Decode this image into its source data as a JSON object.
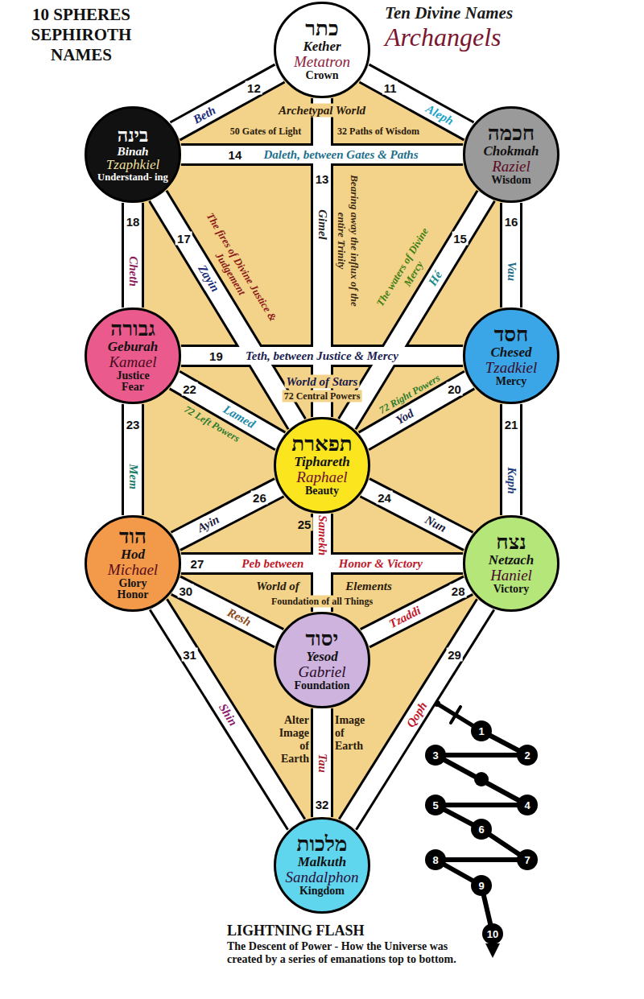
{
  "diagram": {
    "nodes": [
      {
        "text": [
          "כתר",
          "Kether",
          "Metatron",
          "Crown"
        ]
      },
      {
        "text": [
          "בינה",
          "Binah",
          "Tzaphkiel",
          "Understand- ing"
        ]
      },
      {
        "text": [
          "חכמה",
          "Chokmah",
          "Raziel",
          "Wisdom"
        ]
      },
      {
        "text": [
          "גבורה",
          "Geburah",
          "Kamael",
          "Justice Fear"
        ]
      },
      {
        "text": [
          "חסד",
          "Chesed",
          "Tzadkiel",
          "Mercy"
        ]
      },
      {
        "text": [
          "תפארת",
          "Tiphareth",
          "Raphael",
          "Beauty"
        ]
      },
      {
        "text": [
          "הוד",
          "Hod",
          "Michael",
          "Glory Honor"
        ]
      },
      {
        "text": [
          "נצח",
          "Netzach",
          "Haniel",
          "Victory"
        ]
      },
      {
        "text": [
          "יסוד",
          "Yesod",
          "Gabriel",
          "Foundation"
        ]
      },
      {
        "text": [
          "מלכות",
          "Malkuth",
          "Sandalphon",
          "Kingdom"
        ]
      }
    ],
    "edges": [
      {
        "from": 0,
        "to": 2,
        "arrow": "none",
        "label": "Aleph"
      },
      {
        "from": 0,
        "to": 1,
        "arrow": "none",
        "label": "Beth"
      },
      {
        "from": 0,
        "to": 5,
        "arrow": "none",
        "label": "Gimel"
      },
      {
        "from": 1,
        "to": 2,
        "arrow": "none",
        "label": "Daleth, between Gates & Paths"
      },
      {
        "from": 2,
        "to": 5,
        "arrow": "none",
        "label": "Hé"
      },
      {
        "from": 2,
        "to": 4,
        "arrow": "none",
        "label": "Vau"
      },
      {
        "from": 1,
        "to": 5,
        "arrow": "none",
        "label": "Zayin"
      },
      {
        "from": 1,
        "to": 3,
        "arrow": "none",
        "label": "Cheth"
      },
      {
        "from": 3,
        "to": 4,
        "arrow": "none",
        "label": "Teth, between Justice & Mercy"
      },
      {
        "from": 4,
        "to": 5,
        "arrow": "none",
        "label": "Yod"
      },
      {
        "from": 4,
        "to": 7,
        "arrow": "none",
        "label": "Kaph"
      },
      {
        "from": 3,
        "to": 5,
        "arrow": "none",
        "label": "Lamed"
      },
      {
        "from": 3,
        "to": 6,
        "arrow": "none",
        "label": "Mem"
      },
      {
        "from": 5,
        "to": 7,
        "arrow": "none",
        "label": "Nun"
      },
      {
        "from": 5,
        "to": 8,
        "arrow": "none",
        "label": "Samekh"
      },
      {
        "from": 5,
        "to": 6,
        "arrow": "none",
        "label": "Ayin"
      },
      {
        "from": 6,
        "to": 7,
        "arrow": "none",
        "label": "Peb between"
      },
      {
        "from": 7,
        "to": 8,
        "arrow": "none",
        "label": "Tzaddi"
      },
      {
        "from": 7,
        "to": 9,
        "arrow": "none",
        "label": "Qoph"
      },
      {
        "from": 6,
        "to": 8,
        "arrow": "none",
        "label": "Resh"
      },
      {
        "from": 6,
        "to": 9,
        "arrow": "none",
        "label": "Shin"
      },
      {
        "from": 8,
        "to": 9,
        "arrow": "none",
        "label": "Tau"
      }
    ],
    "labels": [
      "10 SPHERES SEPHIROTH NAMES",
      "Ten Divine Names",
      "Archangels",
      "12",
      "11",
      "Archetypal World",
      "50 Gates of Light",
      "32 Paths of Wisdom",
      "14",
      "13",
      "Bearing away the influx of the entire Trinity",
      "18",
      "17",
      "The fires of Divine Justice & Judgement",
      "The waters of Divine Mercy",
      "15",
      "16",
      "19",
      "World of Stars",
      "72 Central Powers",
      "22",
      "72 Left Powers",
      "20",
      "72 Right Powers",
      "23",
      "21",
      "26",
      "25",
      "24",
      "27",
      "Honor & Victory",
      "World of",
      "Elements",
      "Foundation of all Things",
      "30",
      "28",
      "31",
      "29",
      "Alter Image of Earth",
      "Image of Earth",
      "32",
      "1",
      "2",
      "3",
      "4",
      "5",
      "6",
      "7",
      "8",
      "9",
      "10",
      "LIGHTNING FLASH",
      "The Descent of Power - How the Universe was created by a series of emanations top to bottom."
    ]
  }
}
